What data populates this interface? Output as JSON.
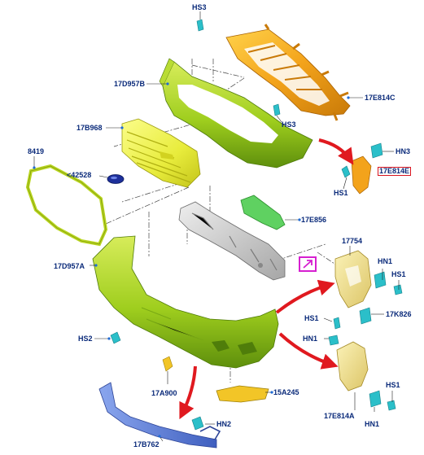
{
  "diagram": {
    "labels": {
      "hs3_top": "HS3",
      "d17957b": "17D957B",
      "e17814c": "17E814C",
      "hs3_mid": "HS3",
      "b17968": "17B968",
      "n8419": "8419",
      "n42528": "<42528",
      "hn3": "HN3",
      "e17814e": "17E814E",
      "hs1_a": "HS1",
      "e17e856": "17E856",
      "n17754": "17754",
      "hn1_a": "HN1",
      "hs1_b": "HS1",
      "d17957a": "17D957A",
      "hs1_c": "HS1",
      "k17826": "17K826",
      "hn1_b": "HN1",
      "hs2": "HS2",
      "a17900": "17A900",
      "a15245": "15A245",
      "hs1_d": "HS1",
      "e17814a": "17E814A",
      "hn1_c": "HN1",
      "hn2": "HN2",
      "b17762": "17B762"
    },
    "highlight_color": "#d8141e",
    "link_icon": "external-link-icon",
    "link_icon_color": "#d61fd0",
    "colors": {
      "grille_reinforcement": "#f2a81e",
      "bumper_green": "#9fce1e",
      "grille_yellow": "#eef04a",
      "bracket_cream": "#efe08c",
      "clip_teal": "#2bbfc9",
      "absorber_blue": "#5e7fd6",
      "emblem_blue": "#1d2f9a",
      "arrow_red": "#e0191f"
    }
  }
}
